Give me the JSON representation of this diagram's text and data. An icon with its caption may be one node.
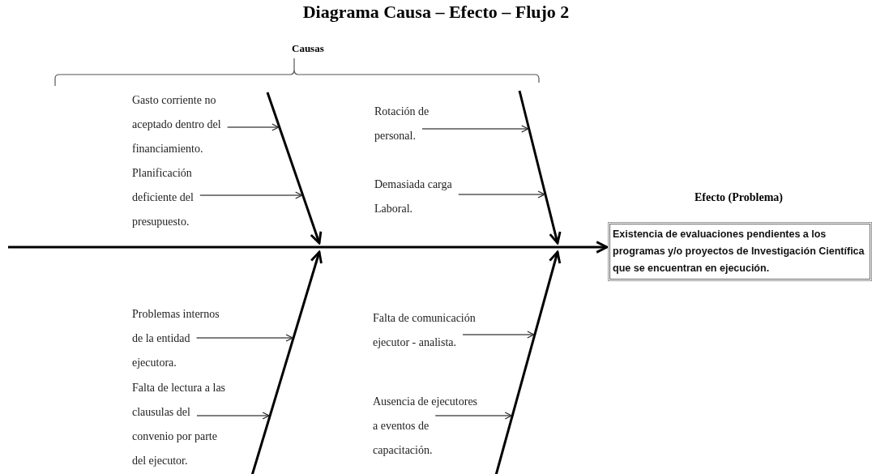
{
  "diagram": {
    "title": "Diagrama Causa – Efecto – Flujo 2",
    "nodes": [
      {
        "text": [
          "Gasto corriente no aceptado dentro del financiamiento."
        ]
      },
      {
        "text": [
          "Planificación deficiente del presupuesto."
        ]
      },
      {
        "text": [
          "Rotación de personal."
        ]
      },
      {
        "text": [
          "Demasiada carga Laboral."
        ]
      },
      {
        "text": [
          "Problemas internos de la entidad ejecutora."
        ]
      },
      {
        "text": [
          "Falta de lectura a las clausulas del convenio por parte del ejecutor."
        ]
      },
      {
        "text": [
          "Falta de comunicación ejecutor - analista."
        ]
      },
      {
        "text": [
          "Ausencia de ejecutores a eventos de capacitación."
        ]
      },
      {
        "text": [
          "Efecto (Problema)",
          "Existencia de evaluaciones pendientes a los programas y/o proyectos de Investigación Científica que se encuentran en ejecución."
        ]
      },
      {
        "text": [],
        "shape": "arrow"
      },
      {
        "text": [],
        "shape": "arrow"
      },
      {
        "text": [],
        "shape": "arrow"
      },
      {
        "text": [],
        "shape": "arrow"
      }
    ],
    "edges": [
      {
        "from": 0,
        "to": 9,
        "arrow": "to"
      },
      {
        "from": 1,
        "to": 9,
        "arrow": "to"
      },
      {
        "from": 2,
        "to": 10,
        "arrow": "to"
      },
      {
        "from": 3,
        "to": 10,
        "arrow": "to"
      },
      {
        "from": 4,
        "to": 11,
        "arrow": "to"
      },
      {
        "from": 5,
        "to": 11,
        "arrow": "to"
      },
      {
        "from": 6,
        "to": 12,
        "arrow": "to"
      },
      {
        "from": 7,
        "to": 12,
        "arrow": "to"
      },
      {
        "from": null,
        "to": 8,
        "arrow": "to",
        "style": "thick"
      }
    ],
    "labels": [
      "Causas"
    ]
  }
}
